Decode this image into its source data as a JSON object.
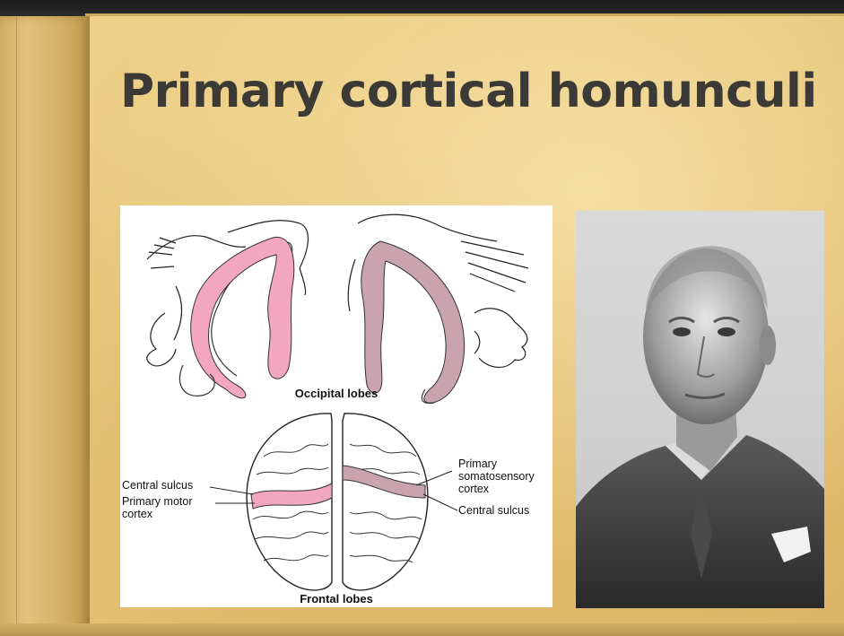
{
  "slide": {
    "title": "Primary cortical homunculi"
  },
  "diagram": {
    "top_caption": "Occipital lobes",
    "bottom_caption": "Frontal lobes",
    "left_label_1": "Central sulcus",
    "left_label_2a": "Primary motor",
    "left_label_2b": "cortex",
    "right_label_1a": "Primary",
    "right_label_1b": "somatosensory",
    "right_label_1c": "cortex",
    "right_label_2": "Central sulcus",
    "colors": {
      "motor": "#f2a6bf",
      "sensory": "#c9a3ad"
    }
  },
  "photo": {
    "style": "black-and-white portrait"
  }
}
